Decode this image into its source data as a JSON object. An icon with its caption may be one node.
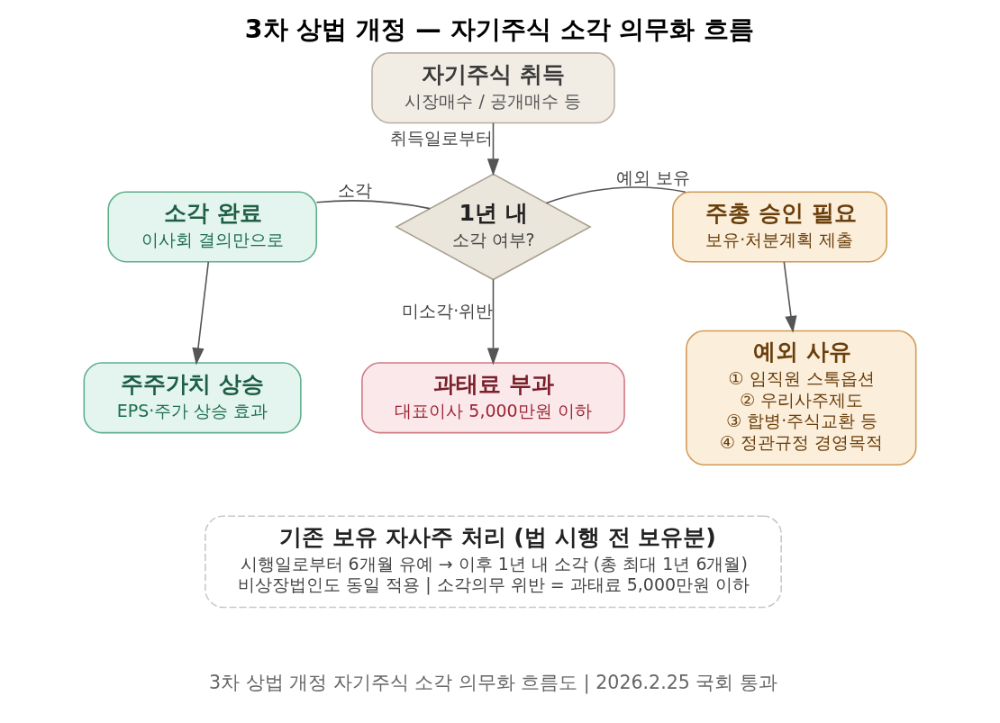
{
  "diagram": {
    "title": "3차 상법 개정 — 자기주식 소각 의무화 흐름",
    "caption": "3차 상법 개정 자기주식 소각 의무화 흐름도 | 2026.2.25 국회 통과",
    "nodes": [
      {
        "text": [
          "자기주식 취득",
          "시장매수 / 공개매수 등"
        ]
      },
      {
        "text": [
          "1년 내",
          "소각 여부?"
        ]
      },
      {
        "text": [
          "소각 완료",
          "이사회 결의만으로"
        ]
      },
      {
        "text": [
          "주주가치 상승",
          "EPS·주가 상승 효과"
        ]
      },
      {
        "text": [
          "주총 승인 필요",
          "보유·처분계획 제출"
        ]
      },
      {
        "text": [
          "예외 사유",
          "① 임직원 스톡옵션",
          "② 우리사주제도",
          "③ 합병·주식교환 등",
          "④ 정관규정 경영목적"
        ]
      },
      {
        "text": [
          "과태료 부과",
          "대표이사 5,000만원 이하"
        ]
      },
      {
        "text": [
          "기존 보유 자사주 처리 (법 시행 전 보유분)",
          "시행일로부터 6개월 유예 → 이후 1년 내 소각 (총 최대 1년 6개월)",
          "비상장법인도 동일 적용 | 소각의무 위반 = 과태료 5,000만원 이하"
        ]
      }
    ],
    "edges": [
      {
        "from": 0,
        "to": 1,
        "arrow": "to",
        "label": "취득일로부터"
      },
      {
        "from": 1,
        "to": 2,
        "arrow": "none",
        "label": "소각"
      },
      {
        "from": 2,
        "to": 3,
        "arrow": "to"
      },
      {
        "from": 1,
        "to": 4,
        "arrow": "none",
        "label": "예외 보유"
      },
      {
        "from": 4,
        "to": 5,
        "arrow": "to"
      },
      {
        "from": 1,
        "to": 6,
        "arrow": "to",
        "label": "미소각·위반"
      }
    ]
  }
}
